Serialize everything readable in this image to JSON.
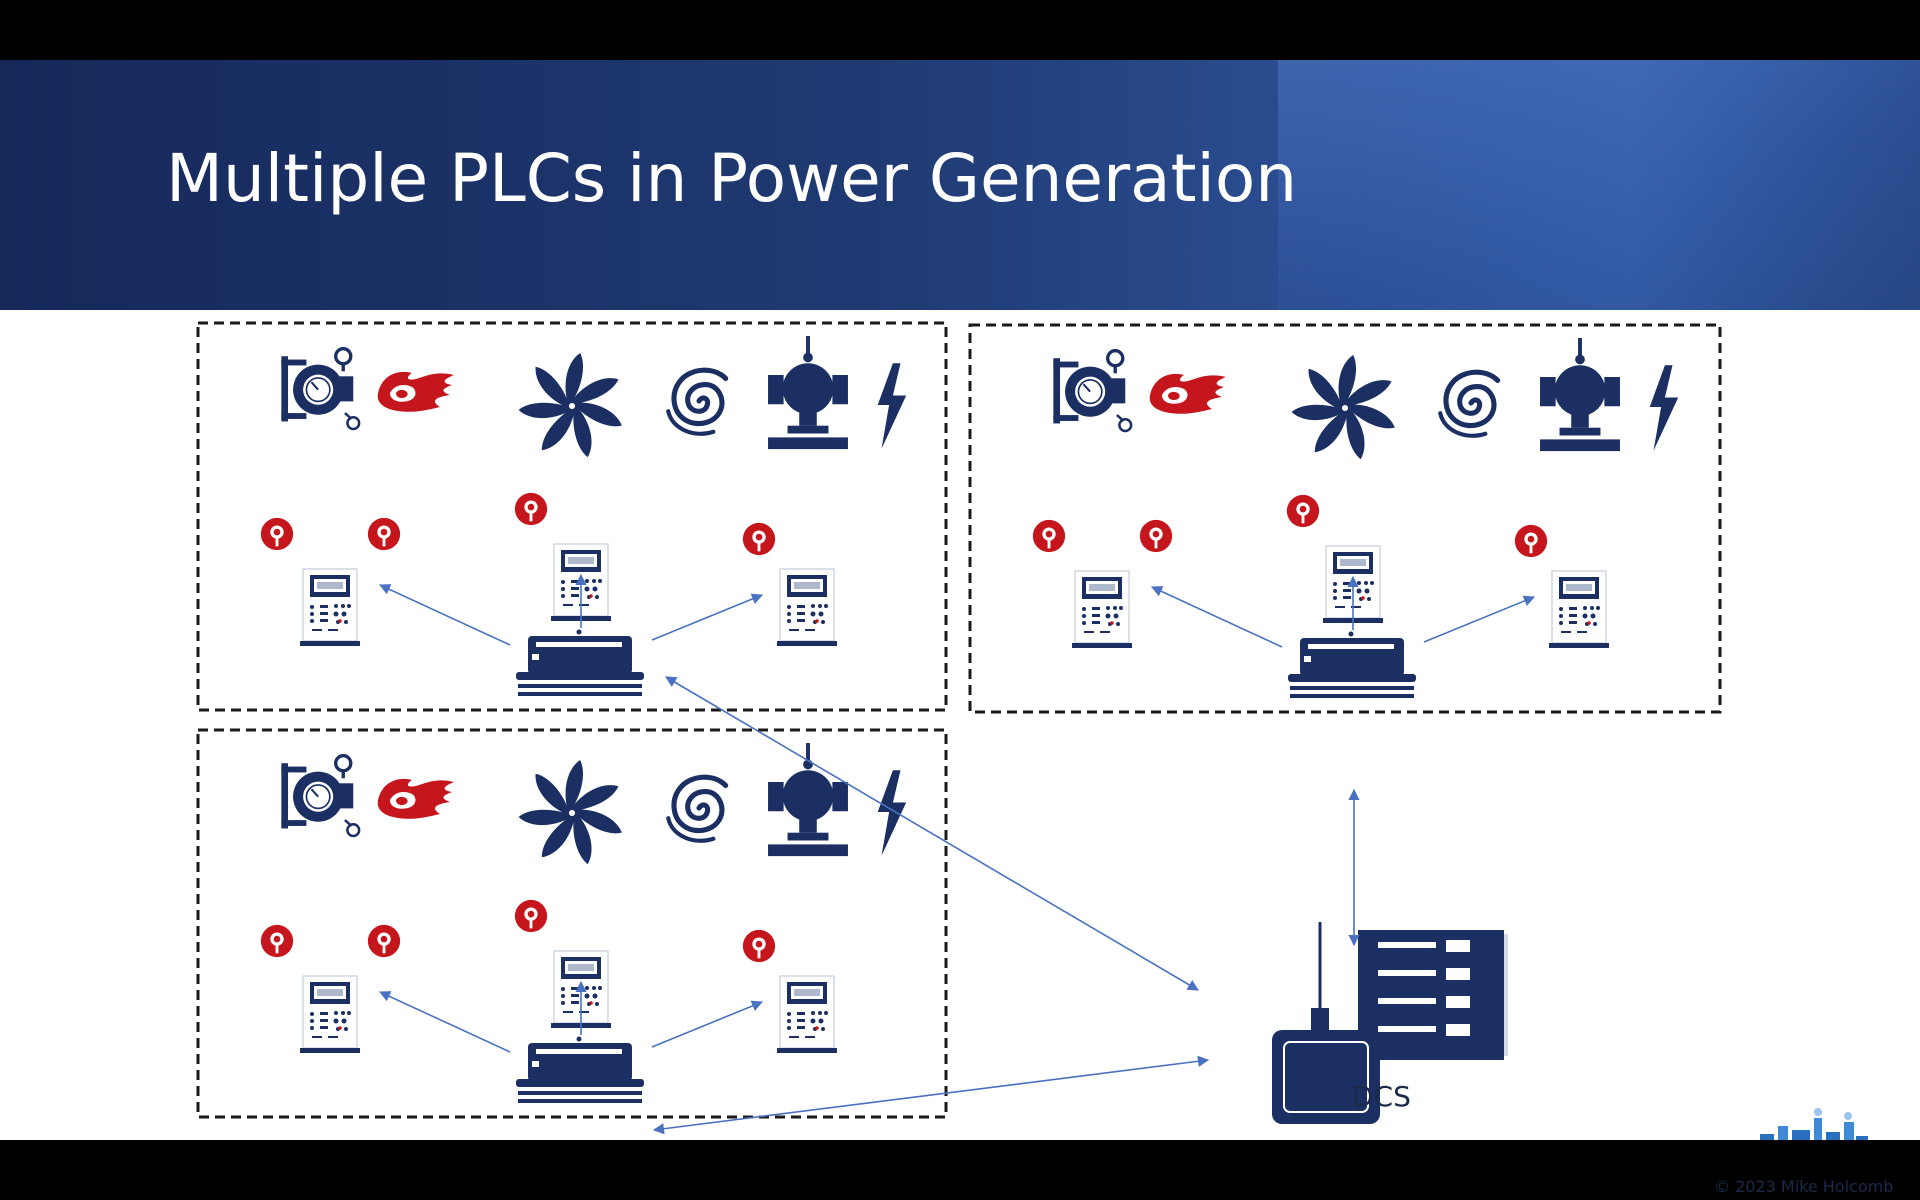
{
  "slide": {
    "title": "Multiple PLCs in Power Generation",
    "dcs_label": "DCS",
    "copyright": "© 2023 Mike Holcomb"
  },
  "colors": {
    "navy": "#1b2f63",
    "flame_red": "#c4161c",
    "arrow_blue": "#4a72c0",
    "title_band": "#1f3a72"
  },
  "clusters": [
    {
      "name": "plant-group-top-left",
      "equipment": [
        "boiler-icon",
        "flame-icon",
        "fan-icon",
        "swirl-icon",
        "turbine-icon",
        "lightning-icon"
      ],
      "plc_count": 3,
      "sensor_count": 4
    },
    {
      "name": "plant-group-top-right",
      "equipment": [
        "boiler-icon",
        "flame-icon",
        "fan-icon",
        "swirl-icon",
        "turbine-icon",
        "lightning-icon"
      ],
      "plc_count": 3,
      "sensor_count": 4
    },
    {
      "name": "plant-group-bottom-left",
      "equipment": [
        "boiler-icon",
        "flame-icon",
        "fan-icon",
        "swirl-icon",
        "turbine-icon",
        "lightning-icon"
      ],
      "plc_count": 3,
      "sensor_count": 4
    }
  ]
}
